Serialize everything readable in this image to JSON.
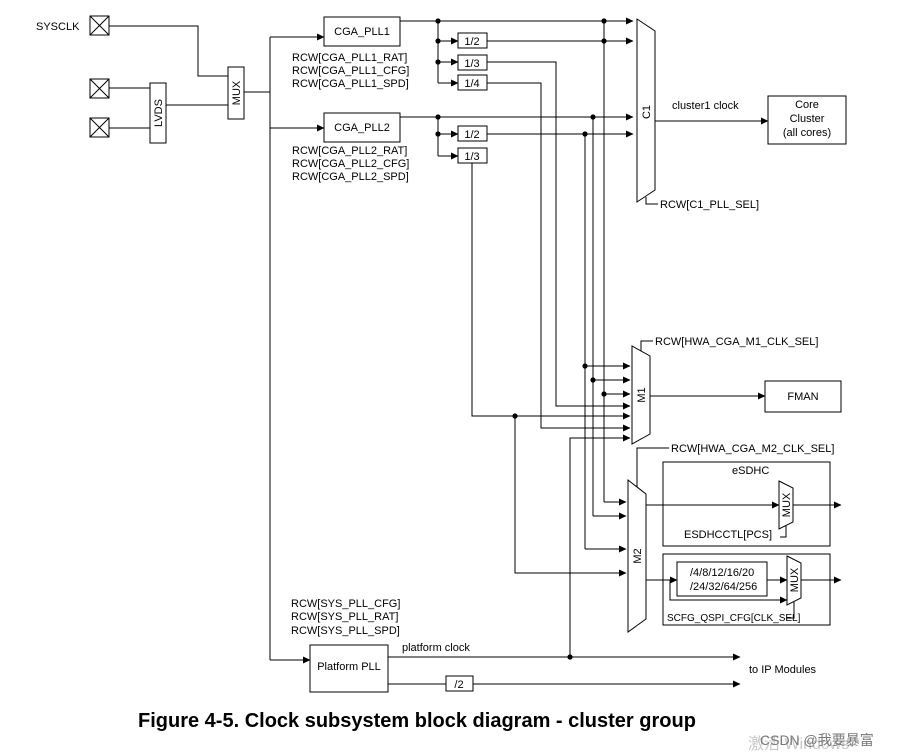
{
  "labels": {
    "sysclk": "SYSCLK",
    "lvds": "LVDS",
    "mux_main": "MUX",
    "cga_pll1": "CGA_PLL1",
    "pll1_rat": "RCW[CGA_PLL1_RAT]",
    "pll1_cfg": "RCW[CGA_PLL1_CFG]",
    "pll1_spd": "RCW[CGA_PLL1_SPD]",
    "cga_pll2": "CGA_PLL2",
    "pll2_rat": "RCW[CGA_PLL2_RAT]",
    "pll2_cfg": "RCW[CGA_PLL2_CFG]",
    "pll2_spd": "RCW[CGA_PLL2_SPD]",
    "div_1_2": "1/2",
    "div_1_3": "1/3",
    "div_1_4": "1/4",
    "c1": "C1",
    "cluster1_clock": "cluster1 clock",
    "core_line1": "Core",
    "core_line2": "Cluster",
    "core_line3": "(all cores)",
    "c1_sel": "RCW[C1_PLL_SEL]",
    "m1_sel": "RCW[HWA_CGA_M1_CLK_SEL]",
    "m1": "M1",
    "fman": "FMAN",
    "m2_sel": "RCW[HWA_CGA_M2_CLK_SEL]",
    "m2": "M2",
    "esdhc": "eSDHC",
    "esdhc_mux": "MUX",
    "esdhcctl": "ESDHCCTL[PCS]",
    "qspi_div1": "/4/8/12/16/20",
    "qspi_div2": "/24/32/64/256",
    "qspi_mux": "MUX",
    "qspi_sel": "SCFG_QSPI_CFG[CLK_SEL]",
    "sys_cfg": "RCW[SYS_PLL_CFG]",
    "sys_rat": "RCW[SYS_PLL_RAT]",
    "sys_spd": "RCW[SYS_PLL_SPD]",
    "platform_pll": "Platform PLL",
    "platform_clock": "platform clock",
    "to_ip": "to IP Modules",
    "div_2": "/2"
  },
  "caption": "Figure 4-5. Clock subsystem block diagram - cluster group",
  "watermark": {
    "csdn": "CSDN @我要暴富",
    "windows": "激活 Windows"
  }
}
